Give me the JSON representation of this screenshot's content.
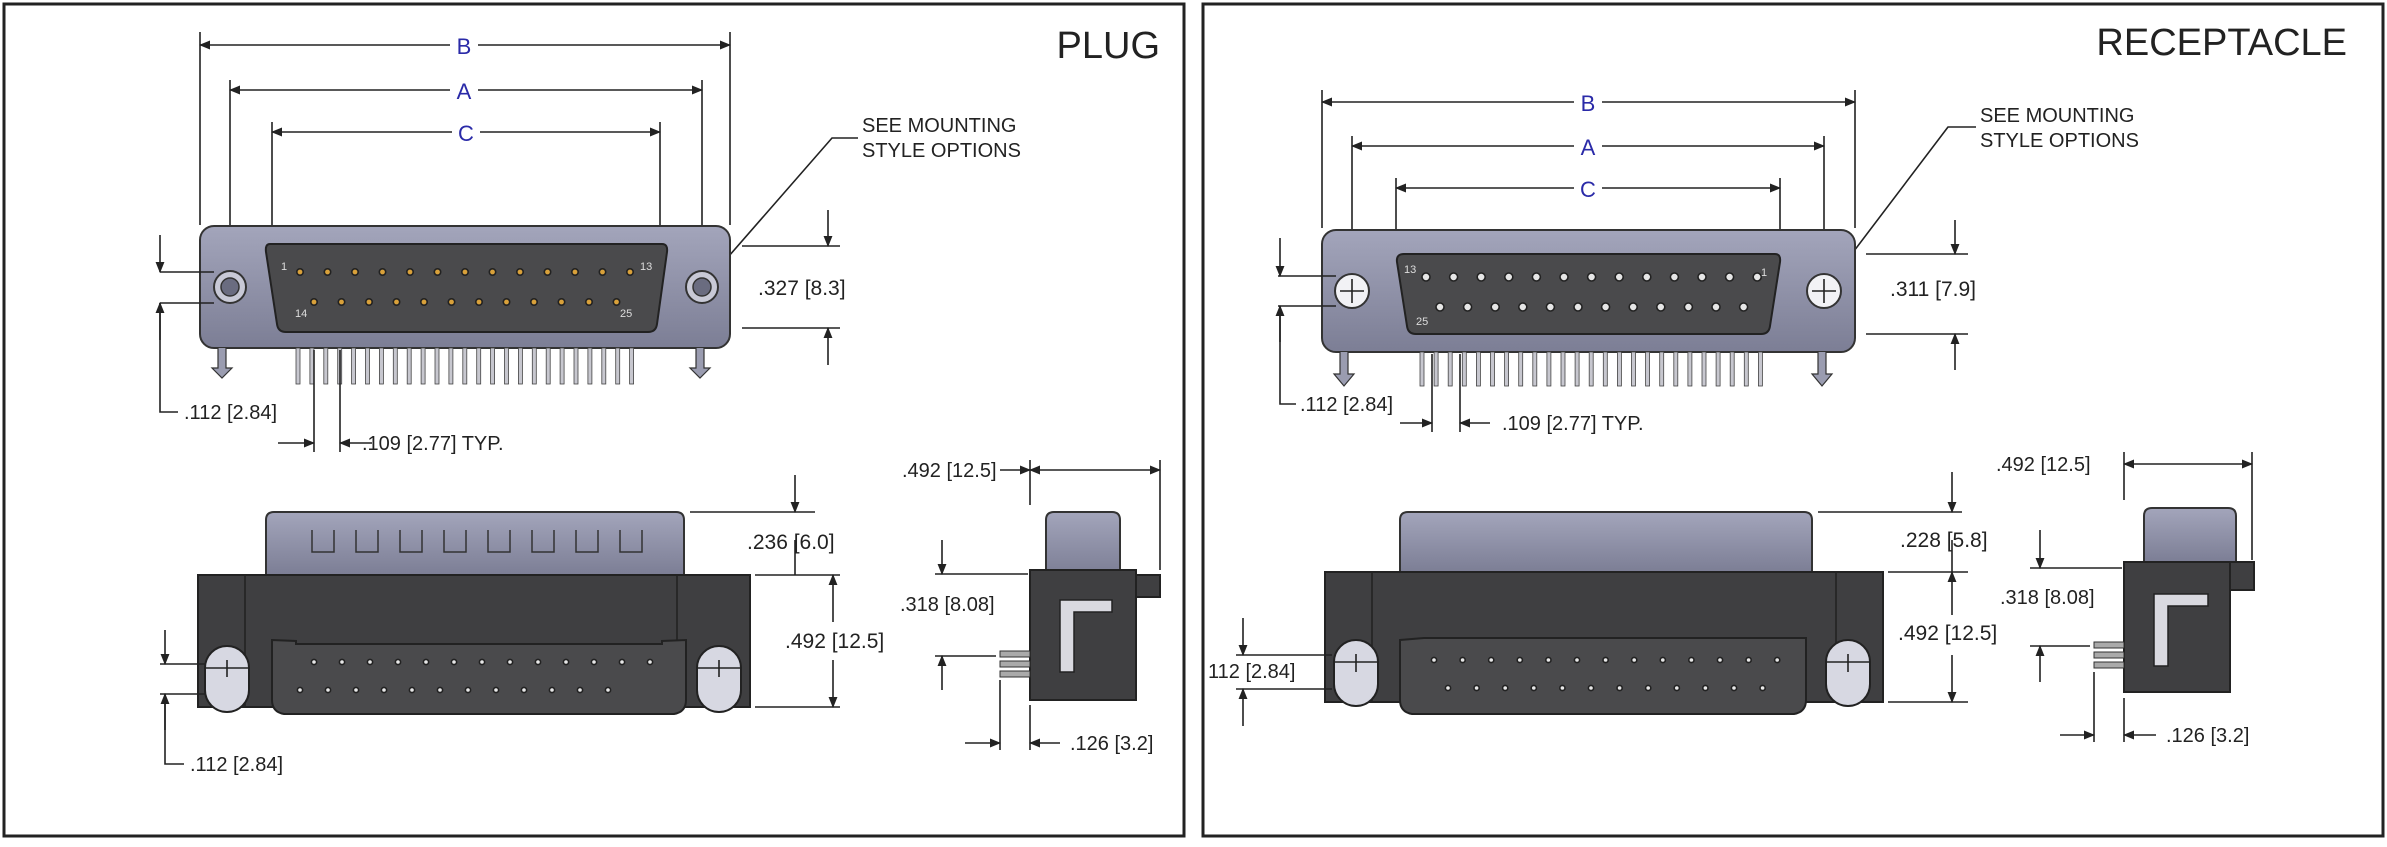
{
  "plug": {
    "title": "PLUG",
    "dim_b": "B",
    "dim_a": "A",
    "dim_c": "C",
    "mounting_note_line1": "SEE MOUNTING",
    "mounting_note_line2": "STYLE OPTIONS",
    "shell_height": ".327 [8.3]",
    "hole_offset": ".112 [2.84]",
    "pin_pitch": ".109 [2.77] TYP.",
    "top_height": ".236 [6.0]",
    "body_height": ".492 [12.5]",
    "side_depth": ".492 [12.5]",
    "side_offset": ".318 [8.08]",
    "side_pin_offset": ".126 [3.2]",
    "bottom_hole_offset": ".112 [2.84]",
    "pin_label_1": "1",
    "pin_label_13": "13",
    "pin_label_14": "14",
    "pin_label_25": "25"
  },
  "receptacle": {
    "title": "RECEPTACLE",
    "dim_b": "B",
    "dim_a": "A",
    "dim_c": "C",
    "mounting_note_line1": "SEE MOUNTING",
    "mounting_note_line2": "STYLE OPTIONS",
    "shell_height": ".311 [7.9]",
    "hole_offset": ".112 [2.84]",
    "pin_pitch": ".109 [2.77] TYP.",
    "top_height": ".228 [5.8]",
    "body_height": ".492 [12.5]",
    "side_depth": ".492 [12.5]",
    "side_offset": ".318 [8.08]",
    "side_pin_offset": ".126 [3.2]",
    "bottom_hole_offset": "112 [2.84]",
    "pin_label_1": "1",
    "pin_label_13": "13",
    "pin_label_25": "25"
  },
  "colors": {
    "shell": "#8d8fa6",
    "insert": "#4a4a4c",
    "body": "#3f3f41",
    "pin": "#d9a13a",
    "dimension_line": "#222222",
    "label_letter": "#2a2aa8"
  }
}
